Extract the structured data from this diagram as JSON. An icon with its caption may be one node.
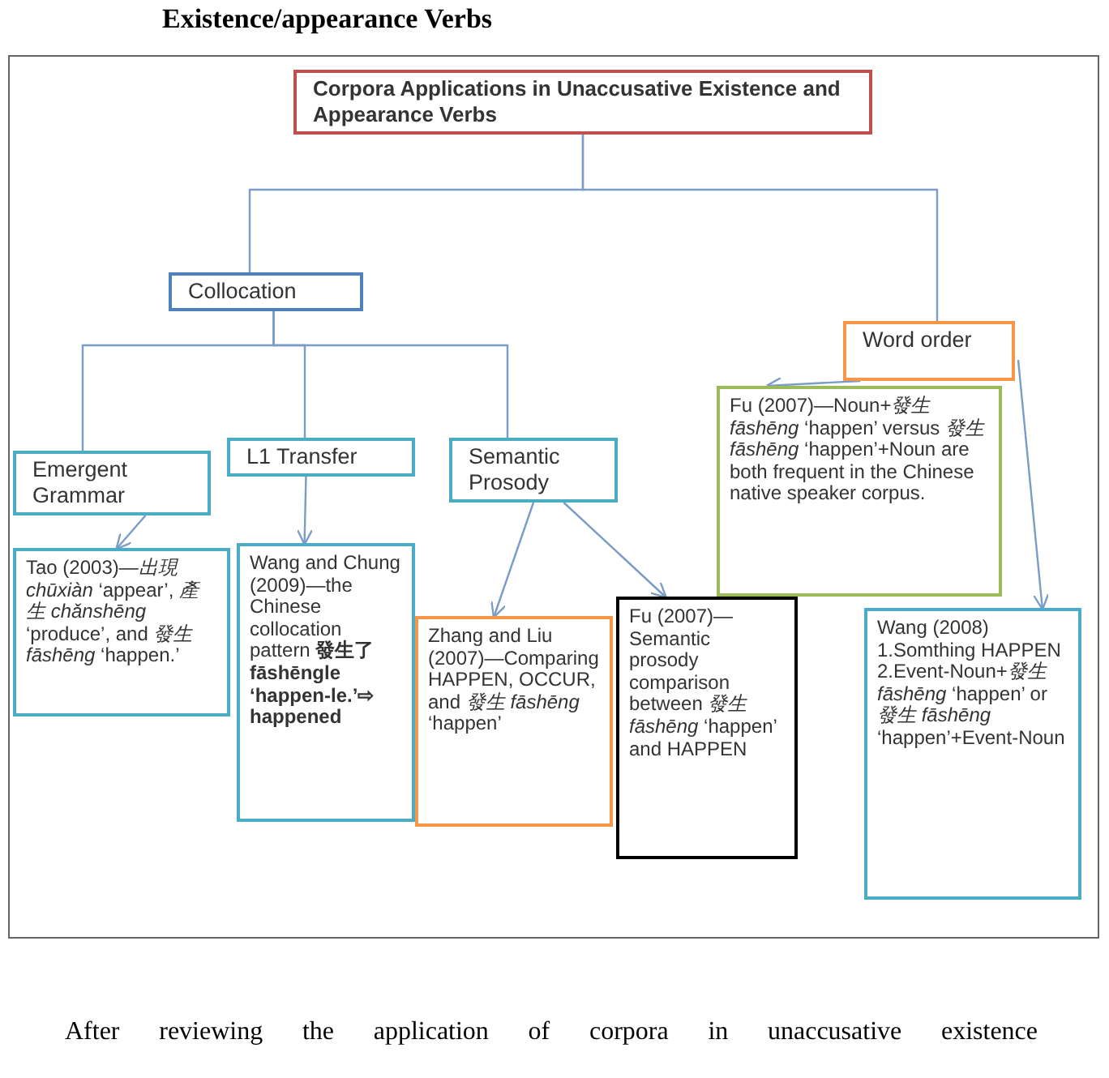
{
  "diagram": {
    "title": "Existence/appearance Verbs",
    "caption": "After reviewing the application of corpora in unaccusative existence",
    "nodes": [
      {
        "text": [
          "Corpora Applications in Unaccusative Existence and Appearance Verbs"
        ]
      },
      {
        "text": [
          "Collocation"
        ]
      },
      {
        "text": [
          "Word order"
        ]
      },
      {
        "text": [
          "Emergent Grammar"
        ]
      },
      {
        "text": [
          "L1 Transfer"
        ]
      },
      {
        "text": [
          "Semantic Prosody"
        ]
      },
      {
        "text": [
          "Tao (2003)—*出現 chūxiàn* ‘appear’, *產生 chǎnshēng* ‘produce’, and *發生 fāshēng* ‘happen.’"
        ]
      },
      {
        "text": [
          "Wang and Chung (2009)—the Chinese collocation pattern **發生了 fāshēngle ‘happen-le.’⇨ happened**"
        ]
      },
      {
        "text": [
          "Zhang and Liu (2007)—Comparing HAPPEN, OCCUR, and *發生 fāshēng* ‘happen’"
        ]
      },
      {
        "text": [
          "Fu (2007)—Semantic prosody comparison between *發生 fāshēng* ‘happen’ and HAPPEN"
        ]
      },
      {
        "text": [
          "Fu (2007)—Noun+*發生 fāshēng* ‘happen’ versus *發生 fāshēng* ‘happen’+Noun are both frequent in the Chinese native speaker corpus."
        ]
      },
      {
        "text": [
          "Wang (2008) 1.Somthing HAPPEN 2.Event-Noun+*發生 fāshēng* ‘happen’ or *發生 fāshēng* ‘happen’+Event-Noun"
        ]
      }
    ],
    "edges": [
      {
        "from": 0,
        "to": 1,
        "arrow": "none"
      },
      {
        "from": 0,
        "to": 2,
        "arrow": "none"
      },
      {
        "from": 1,
        "to": 3,
        "arrow": "none"
      },
      {
        "from": 1,
        "to": 4,
        "arrow": "none"
      },
      {
        "from": 1,
        "to": 5,
        "arrow": "none"
      },
      {
        "from": 3,
        "to": 6,
        "arrow": "to"
      },
      {
        "from": 4,
        "to": 7,
        "arrow": "to"
      },
      {
        "from": 5,
        "to": 8,
        "arrow": "to"
      },
      {
        "from": 5,
        "to": 9,
        "arrow": "to"
      },
      {
        "from": 2,
        "to": 10,
        "arrow": "to"
      },
      {
        "from": 2,
        "to": 11,
        "arrow": "to"
      }
    ]
  }
}
